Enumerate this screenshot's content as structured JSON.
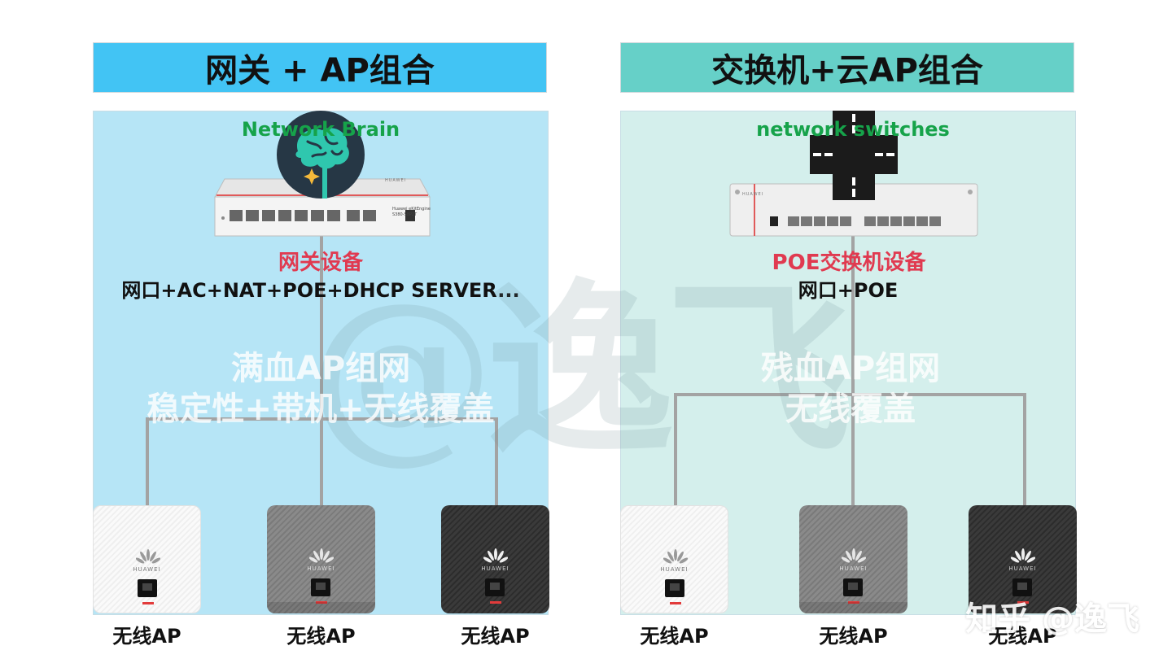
{
  "left": {
    "title": "网关 + AP组合",
    "top_label": "Network Brain",
    "device_label": "网关设备",
    "function_label": "网口+AC+NAT+POE+DHCP SERVER...",
    "overlay_line1": "满血AP组网",
    "overlay_line2": "稳定性+带机+无线覆盖",
    "aps": [
      {
        "label": "无线AP",
        "color": "white"
      },
      {
        "label": "无线AP",
        "color": "grey"
      },
      {
        "label": "无线AP",
        "color": "dark"
      }
    ]
  },
  "right": {
    "title": "交换机+云AP组合",
    "top_label": "network switches",
    "device_label": "POE交换机设备",
    "function_label": "网口+POE",
    "overlay_line1": "残血AP组网",
    "overlay_line2": "无线覆盖",
    "aps": [
      {
        "label": "无线AP",
        "color": "white"
      },
      {
        "label": "无线AP",
        "color": "grey"
      },
      {
        "label": "无线AP",
        "color": "dark"
      }
    ]
  },
  "gateway_device_text": {
    "brand": "HUAWEI",
    "model_line1": "Huawei eKitEngine",
    "model_line2": "S380-S8P2T"
  },
  "switch_device_text": {
    "brand": "HUAWEI"
  },
  "ap_brand": "HUAWEI",
  "watermark": "@逸飞",
  "site_mark": "知乎 @逸飞",
  "colors": {
    "left_title_bg": "#42c4f4",
    "right_title_bg": "#66d0c8",
    "left_panel_bg": "#b6e5f6",
    "right_panel_bg": "#d4efec",
    "device_label": "#e03a50",
    "top_label": "#16a34a"
  },
  "icons": [
    "brain-icon",
    "road-crossing-icon",
    "huawei-logo-icon",
    "ethernet-port-icon"
  ]
}
